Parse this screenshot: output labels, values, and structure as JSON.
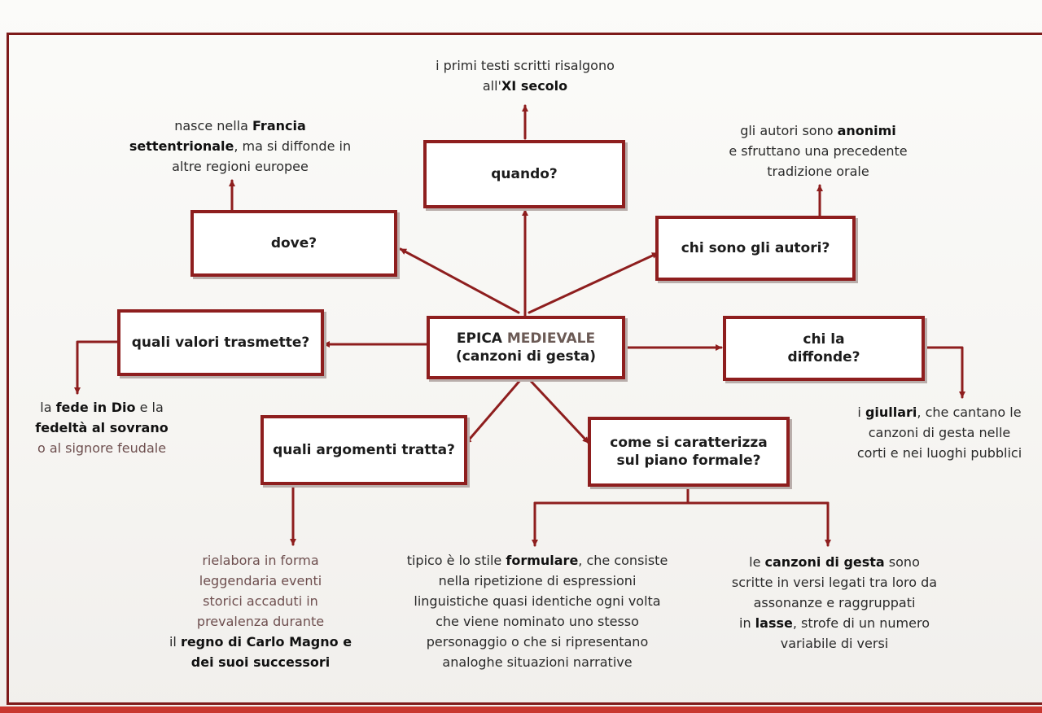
{
  "center": {
    "line1_a": "EPICA",
    "line1_b": "MEDIEVALE",
    "line2": "(canzoni di gesta)"
  },
  "questions": {
    "quando": "quando?",
    "dove": "dove?",
    "autori": "chi sono gli autori?",
    "valori": "quali valori trasmette?",
    "diffonde_1": "chi la",
    "diffonde_2": "diffonde?",
    "argomenti": "quali argomenti tratta?",
    "formale_1": "come si caratterizza",
    "formale_2": "sul piano formale?"
  },
  "answers": {
    "quando": {
      "l1": "i primi testi scritti risalgono",
      "l2_a": "all'",
      "l2_b": "XI secolo"
    },
    "dove": {
      "l1_a": "nasce nella ",
      "l1_b": "Francia",
      "l2_b": "settentrionale",
      "l2_c": ", ma si diffonde in",
      "l3": "altre regioni europee"
    },
    "autori": {
      "l1_a": "gli autori sono ",
      "l1_b": "anonimi",
      "l2": "e sfruttano una precedente",
      "l3": "tradizione orale"
    },
    "valori": {
      "l1_a": "la ",
      "l1_b": "fede in Dio",
      "l1_c": " e la",
      "l2": "fedeltà al sovrano",
      "l3": "o al signore feudale"
    },
    "diffonde": {
      "l1_a": "i ",
      "l1_b": "giullari",
      "l1_c": ", che cantano le",
      "l2": "canzoni di gesta nelle",
      "l3": "corti e nei luoghi pubblici"
    },
    "argomenti": {
      "l1": "rielabora in forma",
      "l2": "leggendaria eventi",
      "l3": "storici accaduti in",
      "l4": "prevalenza durante",
      "l5_a": "il ",
      "l5_b": "regno di Carlo Magno e",
      "l6": "dei suoi successori"
    },
    "formulare": {
      "l1_a": "tipico è lo stile ",
      "l1_b": "formulare",
      "l1_c": ", che consiste",
      "l2": "nella ripetizione di espressioni",
      "l3": "linguistiche quasi identiche ogni volta",
      "l4": "che viene nominato uno stesso",
      "l5": "personaggio o che si ripresentano",
      "l6": "analoghe situazioni narrative"
    },
    "versi": {
      "l1_a": "le ",
      "l1_b": "canzoni di gesta",
      "l1_c": " sono",
      "l2": "scritte in versi legati tra loro da",
      "l3": "assonanze e raggruppati",
      "l4_a": "in ",
      "l4_b": "lasse",
      "l4_c": ", strofe di un numero",
      "l5": "variabile di versi"
    }
  },
  "colors": {
    "box_border": "#8e1e1e",
    "arrow": "#8e1e1e",
    "frame": "#7d1a1a",
    "bottom_strip": "#c9372f"
  }
}
